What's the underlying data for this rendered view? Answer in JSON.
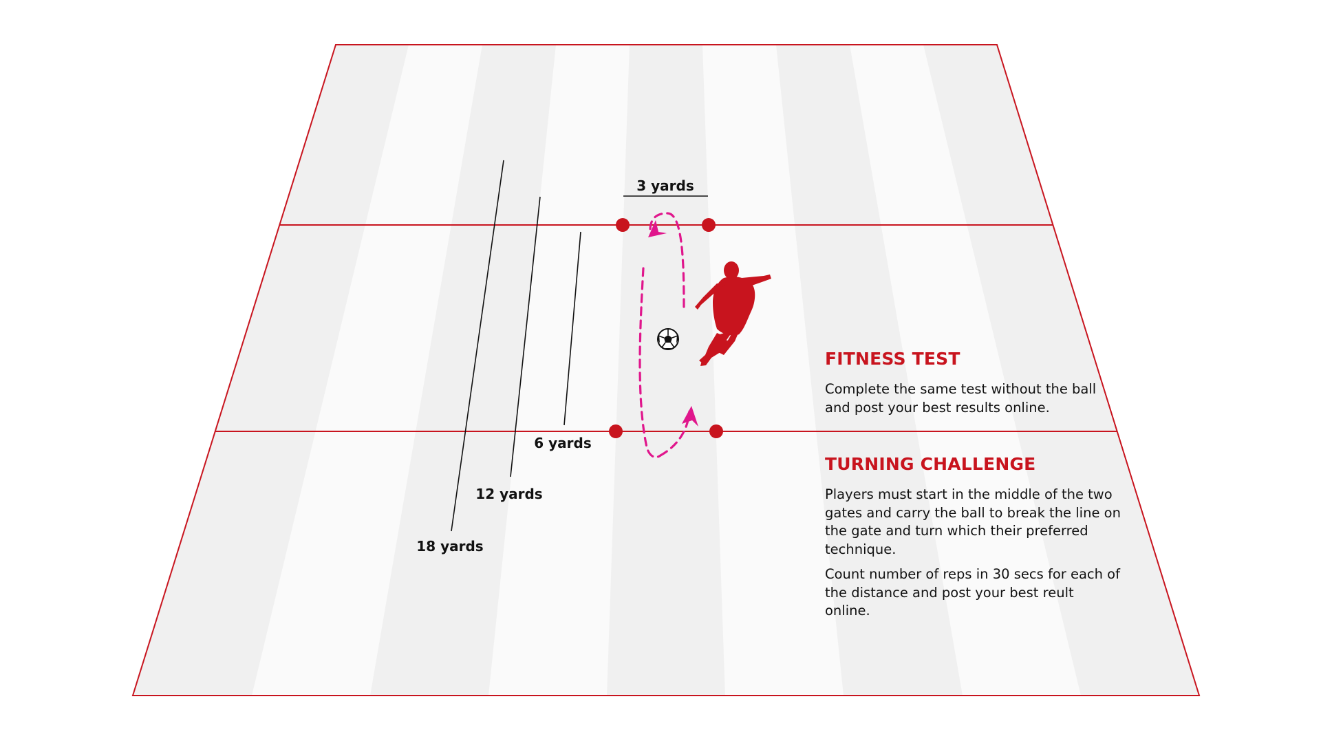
{
  "labels": {
    "gate_width": "3 yards",
    "six": "6 yards",
    "twelve": "12 yards",
    "eighteen": "18 yards"
  },
  "fitness": {
    "title": "FITNESS TEST",
    "body": "Complete the same test without the ball and post your best results online."
  },
  "turning": {
    "title": "TURNING CHALLENGE",
    "body1": "Players must start in the middle of the two gates and carry the ball to break the line on the gate and turn which their preferred technique.",
    "body2": "Count number of reps in 30 secs for each of the distance and post your best reult online."
  },
  "icons": {
    "player": "player-kicking-silhouette-icon",
    "ball": "soccer-ball-icon",
    "run_path": "dashed-run-path-arrows"
  },
  "colors": {
    "accent_red": "#c8141e",
    "path_magenta": "#e0168c",
    "stripe_dark": "#f0f0f0",
    "stripe_light": "#fafafa"
  }
}
